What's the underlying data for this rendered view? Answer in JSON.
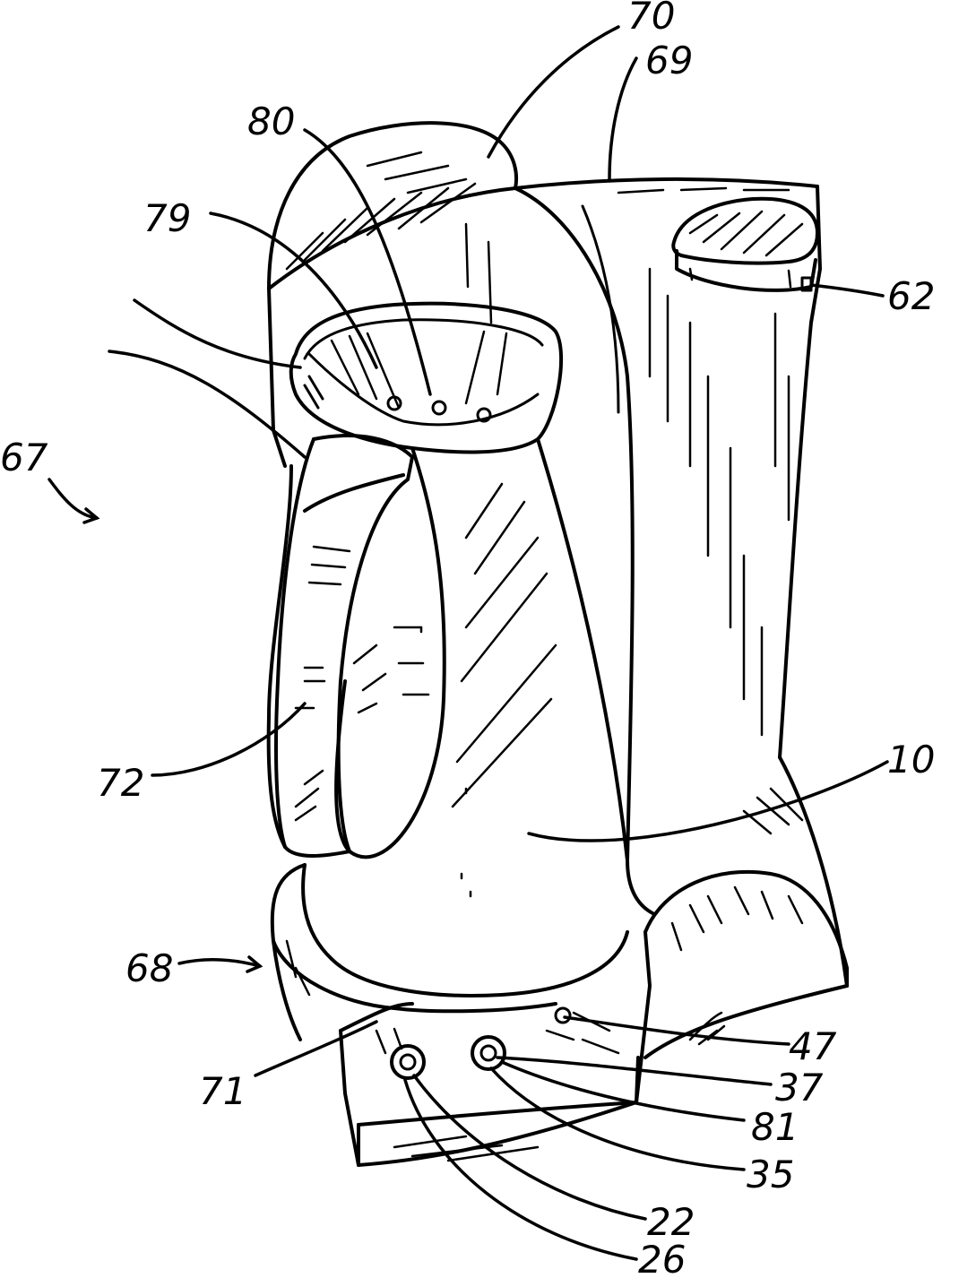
{
  "figure": {
    "labels": {
      "l70": "70",
      "l69": "69",
      "l80": "80",
      "l79": "79",
      "l62": "62",
      "l67": "67",
      "l72": "72",
      "l10": "10",
      "l68": "68",
      "l47": "47",
      "l37": "37",
      "l71": "71",
      "l81": "81",
      "l35": "35",
      "l22": "22",
      "l26": "26"
    }
  }
}
